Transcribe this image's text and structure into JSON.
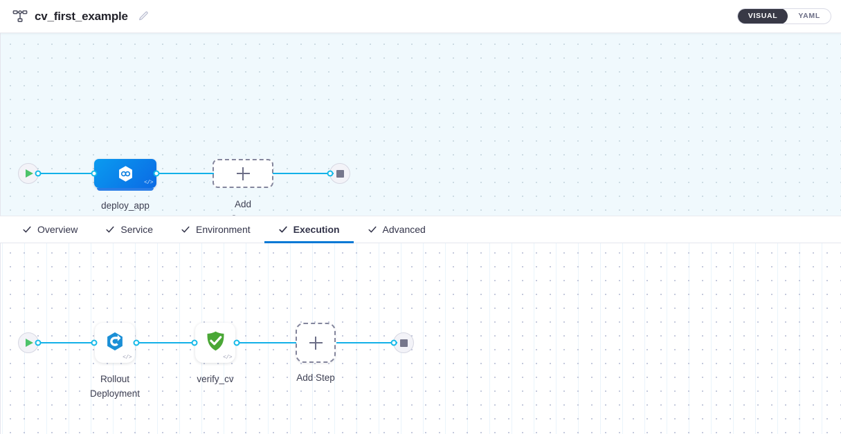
{
  "header": {
    "pipeline_icon": "pipeline-tree-icon",
    "title": "cv_first_example",
    "edit_icon": "pencil-icon",
    "view_toggle": {
      "options": [
        "VISUAL",
        "YAML"
      ],
      "selected": "VISUAL",
      "visual_label": "VISUAL",
      "yaml_label": "YAML"
    }
  },
  "stage_canvas": {
    "start_node": {
      "name": "pipeline-start",
      "icon": "play-icon"
    },
    "stages": [
      {
        "name": "deploy_app",
        "label": "deploy_app",
        "icon": "cd-infinity-hexagon-icon",
        "badge": "</>",
        "selected": true
      }
    ],
    "add_stage": {
      "label": "Add Stage",
      "icon": "plus-icon"
    },
    "end_node": {
      "name": "pipeline-end",
      "icon": "stop-icon"
    }
  },
  "tabs": [
    {
      "label": "Overview",
      "icon": "check-icon",
      "active": false
    },
    {
      "label": "Service",
      "icon": "check-icon",
      "active": false
    },
    {
      "label": "Environment",
      "icon": "check-icon",
      "active": false
    },
    {
      "label": "Execution",
      "icon": "check-icon",
      "active": true
    },
    {
      "label": "Advanced",
      "icon": "check-icon",
      "active": false
    }
  ],
  "step_canvas": {
    "start_node": {
      "name": "execution-start",
      "icon": "play-icon"
    },
    "steps": [
      {
        "name": "rollout-deployment",
        "label": "Rollout\nDeployment",
        "icon": "rollout-deployment-icon",
        "badge": "</>"
      },
      {
        "name": "verify_cv",
        "label": "verify_cv",
        "icon": "green-shield-check-icon",
        "badge": "</>"
      }
    ],
    "add_step": {
      "label": "Add Step",
      "icon": "plus-icon"
    },
    "end_node": {
      "name": "execution-end",
      "icon": "stop-icon"
    }
  },
  "colors": {
    "accent_blue": "#0278d5",
    "edge_blue": "#12b0e8",
    "stage_blue": "#0b6ae4",
    "success_green": "#4dc36a",
    "toggle_dark": "#383946",
    "canvas_top_bg": "#f0f9fd"
  }
}
